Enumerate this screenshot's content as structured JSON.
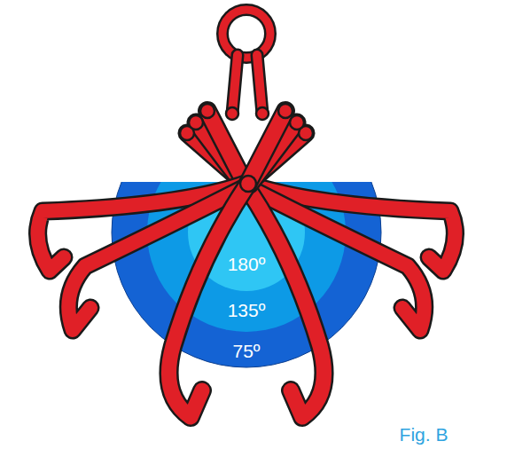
{
  "diagram": {
    "caption": "Fig. B",
    "labels": [
      "180º",
      "135º",
      "75º"
    ]
  }
}
